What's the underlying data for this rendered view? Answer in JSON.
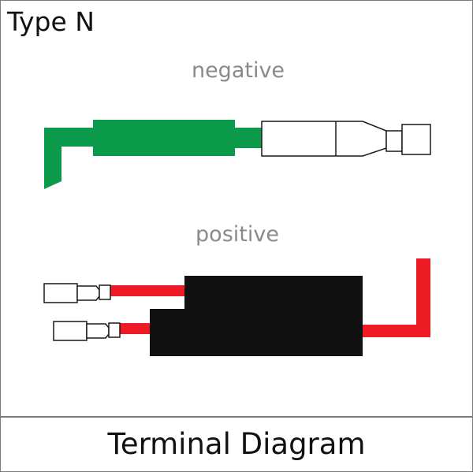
{
  "header": {
    "type_label": "Type N"
  },
  "diagram": {
    "negative_label": "negative",
    "positive_label": "positive",
    "colors": {
      "negative_wire": "#0a9a4a",
      "positive_wire": "#ed1c24",
      "body": "#111111",
      "outline": "#1a1a1a"
    }
  },
  "footer": {
    "title": "Terminal Diagram"
  }
}
